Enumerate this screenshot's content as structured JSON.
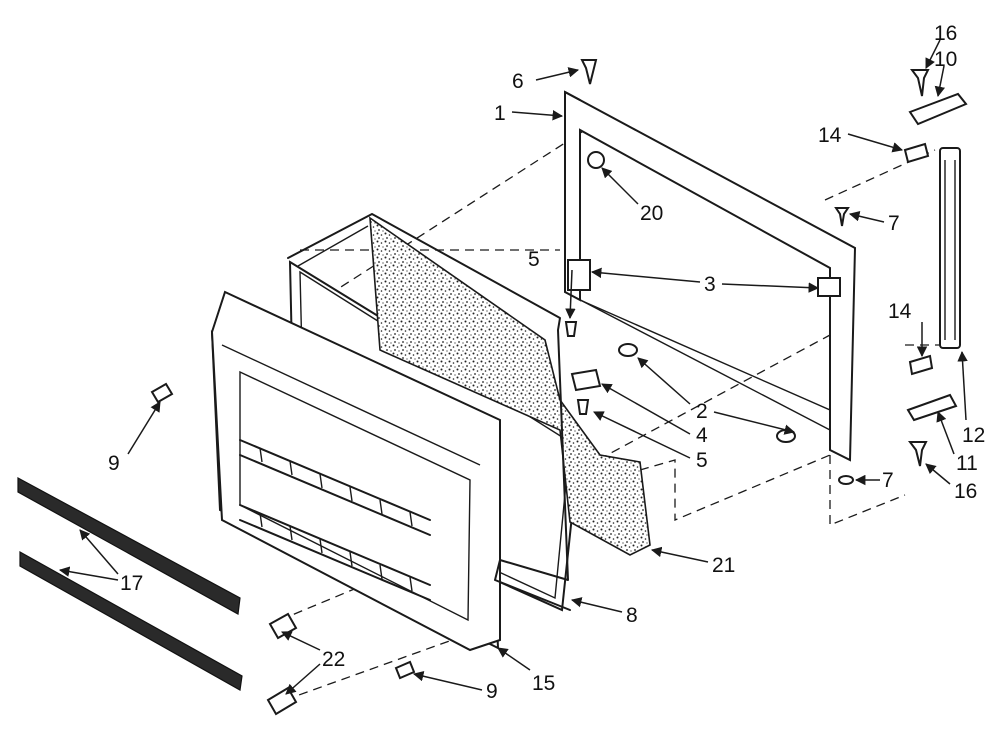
{
  "callouts": [
    {
      "id": "c1",
      "label": "1"
    },
    {
      "id": "c2",
      "label": "2"
    },
    {
      "id": "c3",
      "label": "3"
    },
    {
      "id": "c4",
      "label": "4"
    },
    {
      "id": "c5a",
      "label": "5"
    },
    {
      "id": "c5b",
      "label": "5"
    },
    {
      "id": "c6",
      "label": "6"
    },
    {
      "id": "c7a",
      "label": "7"
    },
    {
      "id": "c7b",
      "label": "7"
    },
    {
      "id": "c8",
      "label": "8"
    },
    {
      "id": "c9a",
      "label": "9"
    },
    {
      "id": "c9b",
      "label": "9"
    },
    {
      "id": "c10",
      "label": "10"
    },
    {
      "id": "c11",
      "label": "11"
    },
    {
      "id": "c12",
      "label": "12"
    },
    {
      "id": "c14a",
      "label": "14"
    },
    {
      "id": "c14b",
      "label": "14"
    },
    {
      "id": "c15",
      "label": "15"
    },
    {
      "id": "c16a",
      "label": "16"
    },
    {
      "id": "c16b",
      "label": "16"
    },
    {
      "id": "c17",
      "label": "17"
    },
    {
      "id": "c20",
      "label": "20"
    },
    {
      "id": "c21",
      "label": "21"
    },
    {
      "id": "c22",
      "label": "22"
    }
  ]
}
